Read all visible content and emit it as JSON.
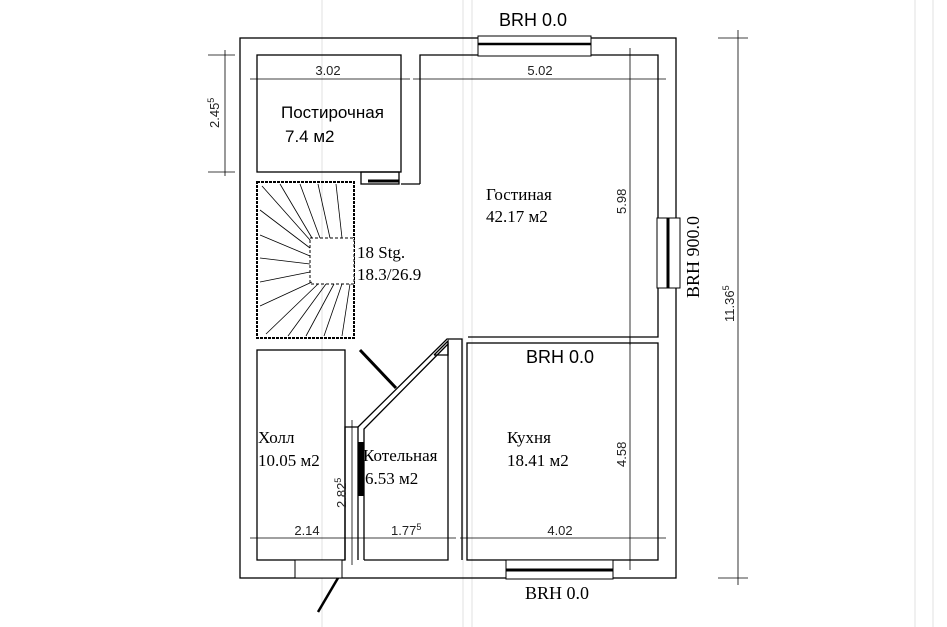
{
  "markers": {
    "top_window": "BRH 0.0",
    "right_window": "BRH 900.0",
    "kitchen_top": "BRH 0.0",
    "bottom_window": "BRH 0.0"
  },
  "rooms": [
    {
      "name": "Постирочная",
      "area": "7.4 м2"
    },
    {
      "name": "Гостиная",
      "area": "42.17 м2"
    },
    {
      "name": "Холл",
      "area": "10.05 м2"
    },
    {
      "name": "Котельная",
      "area": "6.53 м2"
    },
    {
      "name": "Кухня",
      "area": "18.41 м2"
    }
  ],
  "stair": {
    "steps": "18 Stg.",
    "ratio": "18.3/26.9"
  },
  "dimensions": {
    "laundry_width": "3.02",
    "living_width": "5.02",
    "laundry_height": "2.45",
    "laundry_height_sup": "5",
    "living_height": "5.98",
    "total_height": "11.36",
    "total_height_sup": "5",
    "kitchen_height": "4.58",
    "hall_wall": "2.82",
    "hall_wall_sup": "5",
    "hall_width": "2.14",
    "boiler_width": "1.77",
    "boiler_width_sup": "5",
    "kitchen_width": "4.02"
  }
}
